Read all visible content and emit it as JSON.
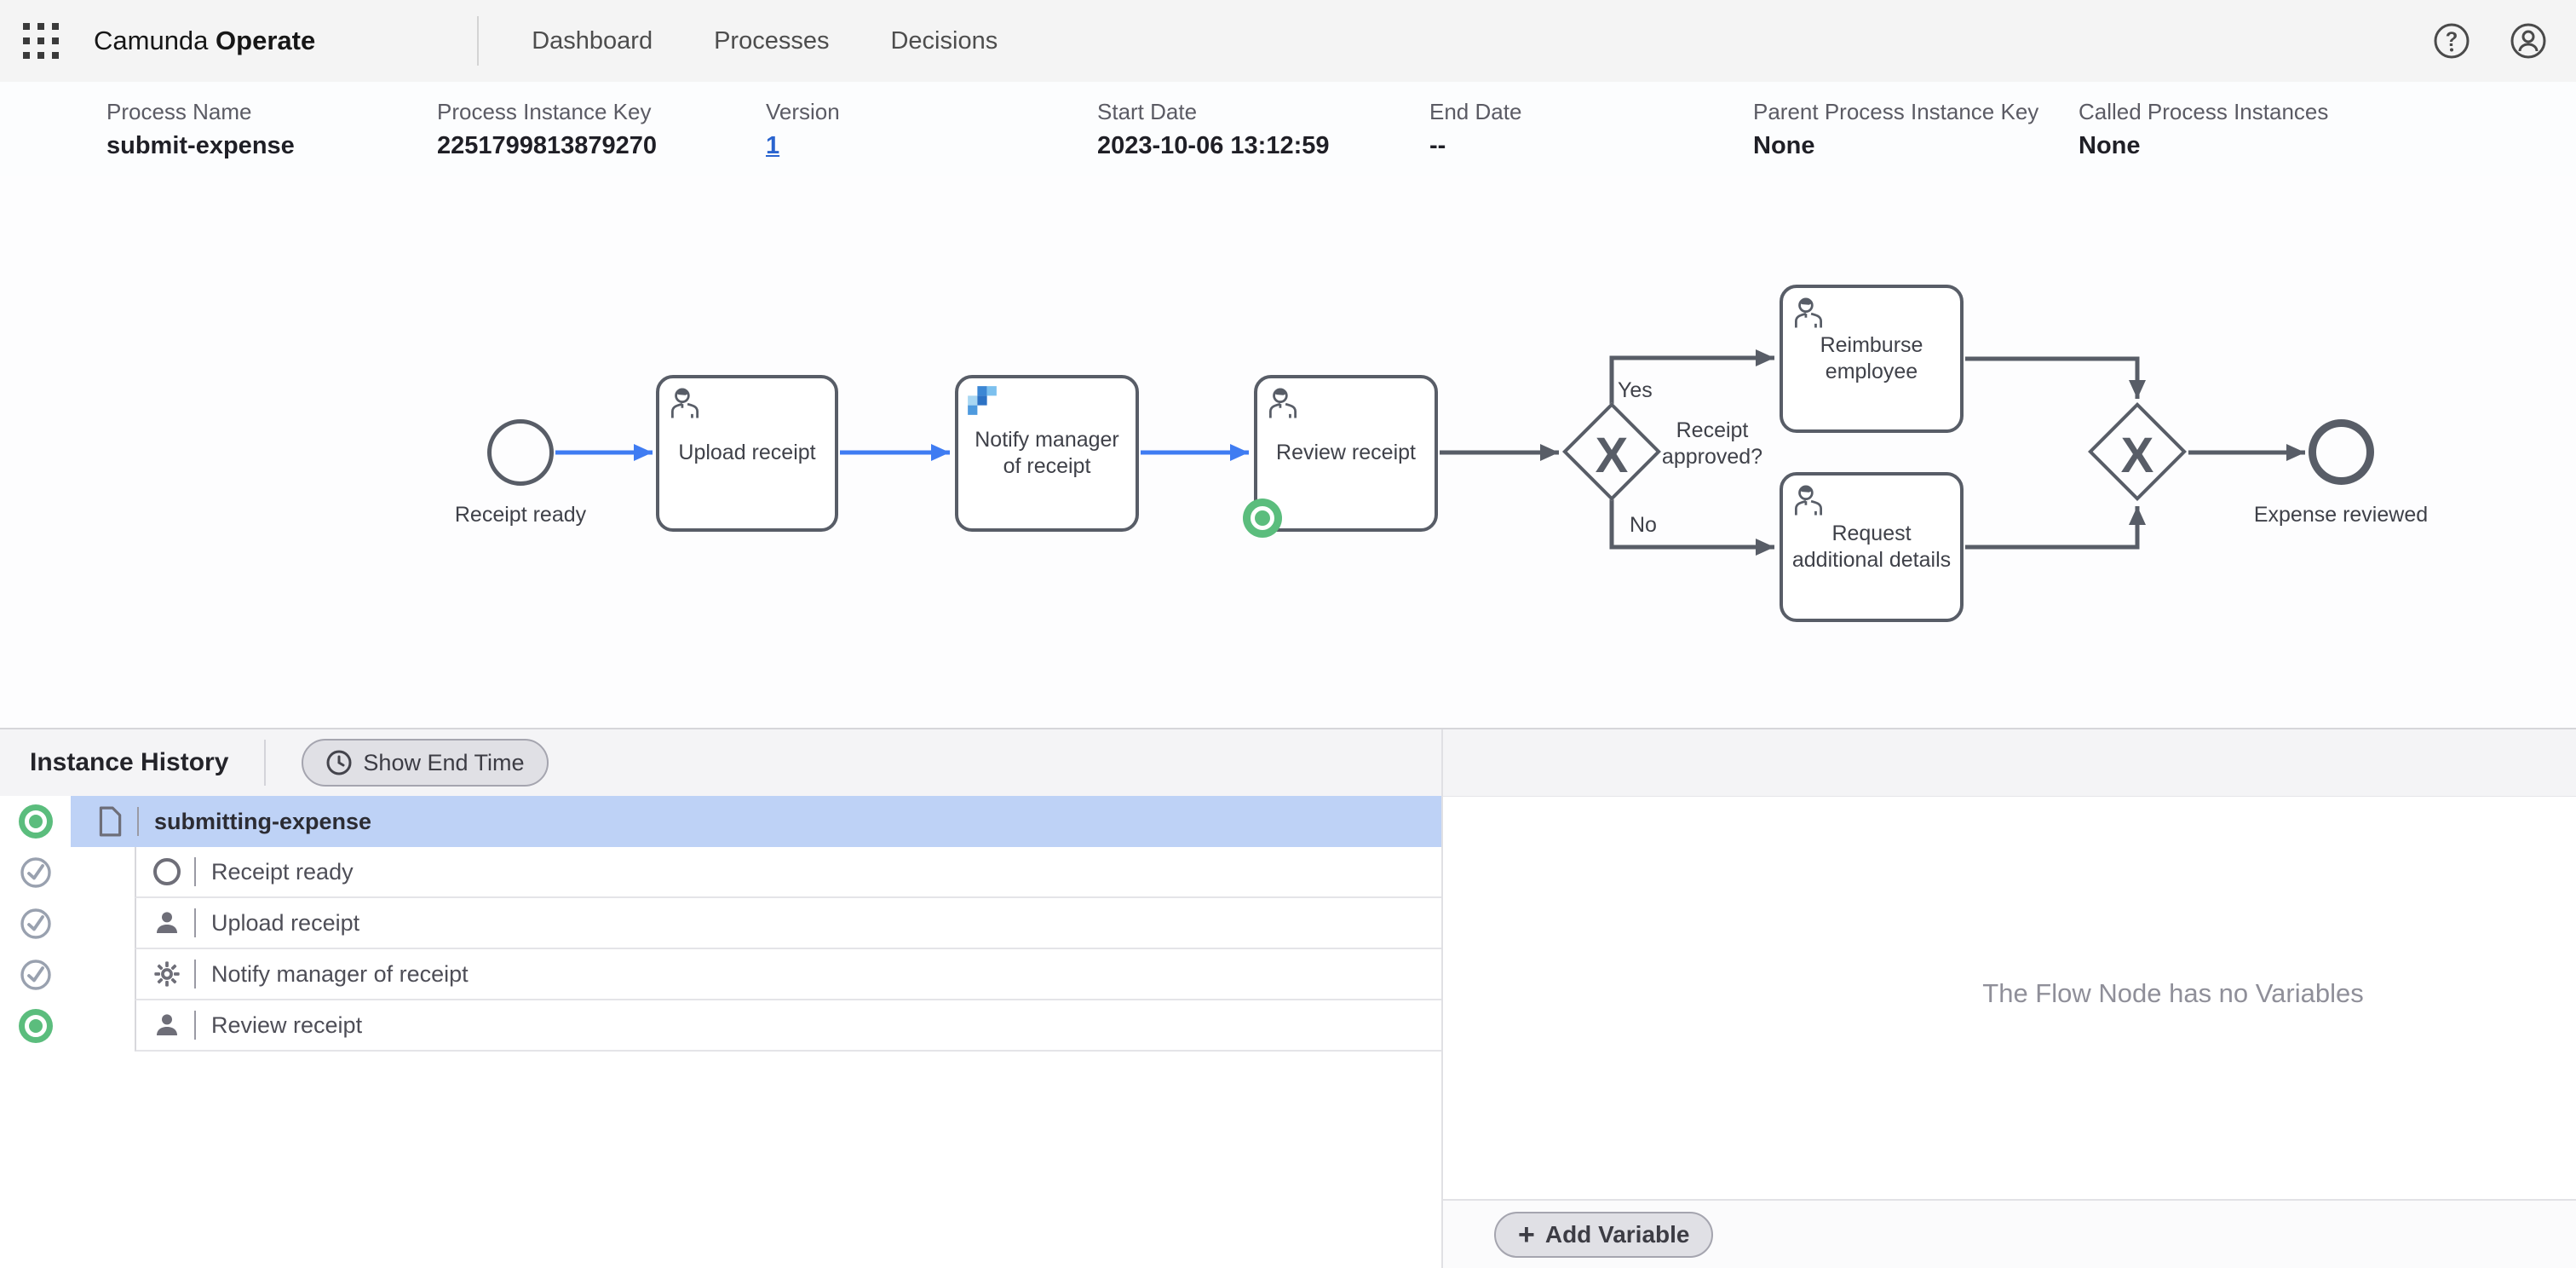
{
  "header": {
    "brand_name": "Camunda",
    "brand_product": "Operate",
    "nav": [
      {
        "label": "Dashboard"
      },
      {
        "label": "Processes"
      },
      {
        "label": "Decisions"
      }
    ]
  },
  "glyphs": {
    "help": "?",
    "gateway_x": "X",
    "plus": "+"
  },
  "icons": [
    "app-switcher-icon",
    "help-icon",
    "user-avatar-icon",
    "cancel-operation-icon",
    "wrench-icon",
    "clock-icon",
    "process-document-icon",
    "start-event-icon",
    "user-task-icon",
    "service-task-icon",
    "connector-icon"
  ],
  "colors": {
    "active_green": "#5bbd7d",
    "selected_row": "#bed2f6",
    "flow_blue": "#3f7cf2",
    "bpmn_stroke": "#585d67",
    "link_blue": "#2a64cf"
  },
  "instance": {
    "process_name_label": "Process Name",
    "process_name": "submit-expense",
    "instance_key_label": "Process Instance Key",
    "instance_key": "2251799813879270",
    "version_label": "Version",
    "version": "1",
    "start_date_label": "Start Date",
    "start_date": "2023-10-06 13:12:59",
    "end_date_label": "End Date",
    "end_date": "--",
    "parent_key_label": "Parent Process Instance Key",
    "parent_key": "None",
    "called_label": "Called Process Instances",
    "called": "None"
  },
  "diagram": {
    "start_event": "Receipt ready",
    "task_upload": "Upload receipt",
    "task_notify": "Notify manager of receipt",
    "task_review": "Review receipt",
    "gateway_question": "Receipt approved?",
    "yes": "Yes",
    "no": "No",
    "task_reimburse": "Reimburse employee",
    "task_request": "Request additional details",
    "end_event": "Expense reviewed"
  },
  "history": {
    "title": "Instance History",
    "show_end_time": "Show End Time",
    "rows": [
      {
        "label": "submitting-expense",
        "state": "active",
        "node_type": "process",
        "selected": true
      },
      {
        "label": "Receipt ready",
        "state": "completed",
        "node_type": "start-event"
      },
      {
        "label": "Upload receipt",
        "state": "completed",
        "node_type": "user-task"
      },
      {
        "label": "Notify manager of receipt",
        "state": "completed",
        "node_type": "service-task"
      },
      {
        "label": "Review receipt",
        "state": "active",
        "node_type": "user-task"
      }
    ]
  },
  "variables": {
    "empty": "The Flow Node has no Variables",
    "add": "Add Variable"
  }
}
